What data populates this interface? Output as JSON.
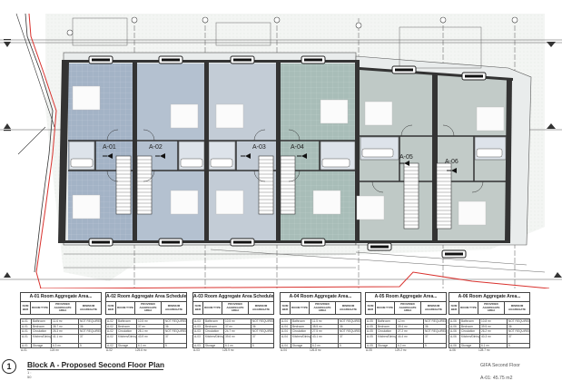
{
  "drawing": {
    "title": "Block A - Proposed Second Floor Plan",
    "number": "1",
    "scale": "1 : 50",
    "units": [
      {
        "label": "A-01",
        "fill": "#a3b3c6"
      },
      {
        "label": "A-02",
        "fill": "#b4c1d0"
      },
      {
        "label": "A-03",
        "fill": "#c3ccd6"
      },
      {
        "label": "A-04",
        "fill": "#a8bdb8"
      },
      {
        "label": "A-05",
        "fill": "#bfc9c6"
      },
      {
        "label": "A-06",
        "fill": "#c2cbc8"
      }
    ],
    "boundary_color": "#d9322e"
  },
  "schedules": [
    {
      "title": "A-01 Room Aggregate Area...",
      "headers": [
        "NUM BER",
        "ROOM TYPE",
        "PROVIDED AGGREGATE AREA",
        "MINIMUM AGGREGATE"
      ],
      "rows": [
        [
          "A-01",
          "Bathroom",
          "11.6 m²",
          "NOT REQUIRED"
        ],
        [
          "A-01",
          "Bedroom",
          "38.7 m²",
          "36"
        ],
        [
          "A-01",
          "Circulation",
          "26.3 m²",
          "NOT REQUIRED"
        ],
        [
          "A-01",
          "Kitchen/Dining/Living",
          "41.1 m²",
          "37"
        ],
        [
          "A-01",
          "Storage",
          "6.3 m²",
          "5"
        ]
      ],
      "total": [
        "A-01",
        "124 m²"
      ]
    },
    {
      "title": "A-02 Room Aggregate Area Schedule",
      "headers": [
        "NUM BER",
        "ROOM TYPE",
        "PROVIDED AGGREGATE AREA",
        "MINIMUM AGGREGATE"
      ],
      "rows": [
        [
          "A-02",
          "Bathroom",
          "10.5 m²",
          "NOT REQUIRED"
        ],
        [
          "A-02",
          "Bedroom",
          "37 m²",
          "36"
        ],
        [
          "A-02",
          "Circulation",
          "28.1 m²",
          "NOT REQUIRED"
        ],
        [
          "A-02",
          "Kitchen/Dining/Living",
          "43.9 m²",
          "37"
        ],
        [
          "A-02",
          "Storage",
          "6.1 m²",
          "5"
        ]
      ],
      "total": [
        "A-02",
        "125.6 m²"
      ]
    },
    {
      "title": "A-03 Room Aggregate Area Schedule",
      "headers": [
        "NUM BER",
        "ROOM TYPE",
        "PROVIDED AGGREGATE AREA",
        "MINIMUM AGGREGATE"
      ],
      "rows": [
        [
          "A-03",
          "Bathroom",
          "10.5 m²",
          "NOT REQUIRED"
        ],
        [
          "A-03",
          "Bedroom",
          "37 m²",
          "36"
        ],
        [
          "A-03",
          "Circulation",
          "24.7 m²",
          "NOT REQUIRED"
        ],
        [
          "A-03",
          "Kitchen/Dining/Living",
          "39.6 m²",
          "37"
        ],
        [
          "A-03",
          "Storage",
          "6.1 m²",
          "5"
        ]
      ],
      "total": [
        "A-03",
        "125.9 m²"
      ]
    },
    {
      "title": "A-04 Room Aggregate Area...",
      "headers": [
        "NUM BER",
        "ROOM TYPE",
        "PROVIDED AGGREGATE AREA",
        "MINIMUM AGGREGATE"
      ],
      "rows": [
        [
          "A-04",
          "Bathroom",
          "11.5 m²",
          "NOT REQUIRED"
        ],
        [
          "A-04",
          "Bedroom",
          "38.5 m²",
          "36"
        ],
        [
          "A-04",
          "Circulation",
          "27.5 m²",
          "NOT REQUIRED"
        ],
        [
          "A-04",
          "Kitchen/Dining/Living",
          "43.1 m²",
          "37"
        ],
        [
          "A-04",
          "Storage",
          "6.2 m²",
          "5"
        ]
      ],
      "total": [
        "A-04",
        "126.8 m²"
      ]
    },
    {
      "title": "A-05 Room Aggregate Area...",
      "headers": [
        "NUM BER",
        "ROOM TYPE",
        "PROVIDED AGGREGATE AREA",
        "MINIMUM AGGREGATE"
      ],
      "rows": [
        [
          "A-05",
          "Bathroom",
          "12 m²",
          "NOT REQUIRED"
        ],
        [
          "A-05",
          "Bedroom",
          "39.4 m²",
          "36"
        ],
        [
          "A-05",
          "Circulation",
          "27.2 m²",
          "NOT REQUIRED"
        ],
        [
          "A-05",
          "Kitchen/Dining/Living",
          "44.4 m²",
          "37"
        ],
        [
          "A-05",
          "Storage",
          "6.2 m²",
          "5"
        ]
      ],
      "total": [
        "A-05",
        "129.2 m²"
      ]
    },
    {
      "title": "A-06 Room Aggregate Area...",
      "headers": [
        "NUM BER",
        "ROOM TYPE",
        "PROVIDED AGGREGATE AREA",
        "MINIMUM AGGREGATE"
      ],
      "rows": [
        [
          "A-06",
          "Bathroom",
          "10.8 m²",
          "NOT REQUIRED"
        ],
        [
          "A-06",
          "Bedroom",
          "39.5 m²",
          "36"
        ],
        [
          "A-06",
          "Circulation",
          "26.2 m²",
          "NOT REQUIRED"
        ],
        [
          "A-06",
          "Kitchen/Dining/Living",
          "40.3 m²",
          "37"
        ],
        [
          "A-06",
          "Storage",
          "6.1 m²",
          "5"
        ]
      ],
      "total": [
        "A-06",
        "128.7 m²"
      ]
    }
  ],
  "gifa": {
    "label": "GIFA Second Floor",
    "value": "A-01: 45.75 m2"
  }
}
